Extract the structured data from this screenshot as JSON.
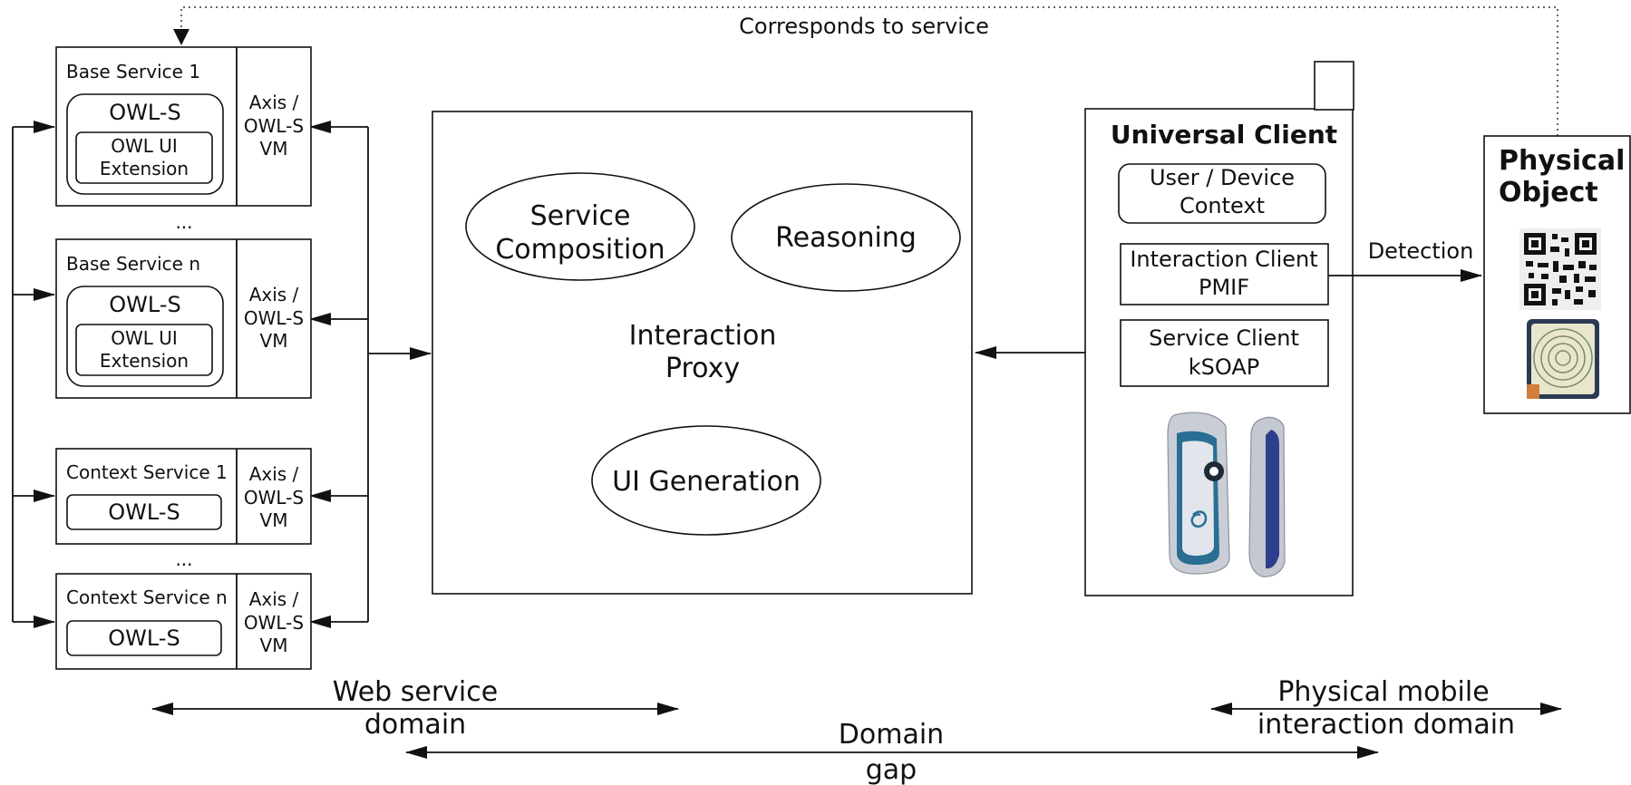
{
  "diagram": {
    "top_arrow_label": "Corresponds to service",
    "services": [
      {
        "name": "Base Service 1",
        "outer": "OWL-S",
        "inner": [
          "OWL UI",
          "Extension"
        ],
        "axis": [
          "Axis /",
          "OWL-S",
          "VM"
        ]
      },
      {
        "name": "Base Service n",
        "outer": "OWL-S",
        "inner": [
          "OWL UI",
          "Extension"
        ],
        "axis": [
          "Axis /",
          "OWL-S",
          "VM"
        ]
      },
      {
        "name": "Context Service 1",
        "outer": "OWL-S",
        "axis": [
          "Axis /",
          "OWL-S",
          "VM"
        ]
      },
      {
        "name": "Context Service n",
        "outer": "OWL-S",
        "axis": [
          "Axis /",
          "OWL-S",
          "VM"
        ]
      }
    ],
    "ellipsis_1": "...",
    "ellipsis_2": "...",
    "proxy": {
      "title": [
        "Interaction",
        "Proxy"
      ],
      "service_composition": [
        "Service",
        "Composition"
      ],
      "reasoning": "Reasoning",
      "ui_generation": "UI Generation"
    },
    "client": {
      "title": "Universal Client",
      "context": [
        "User / Device",
        "Context"
      ],
      "interaction_client": [
        "Interaction Client",
        "PMIF"
      ],
      "service_client": [
        "Service Client",
        "kSOAP"
      ]
    },
    "physical_object": [
      "Physical",
      "Object"
    ],
    "detection_label": "Detection",
    "bottom": {
      "web_domain": [
        "Web service",
        "domain"
      ],
      "domain_gap": [
        "Domain",
        "gap"
      ],
      "physical_domain": [
        "Physical mobile",
        "interaction domain"
      ]
    }
  }
}
